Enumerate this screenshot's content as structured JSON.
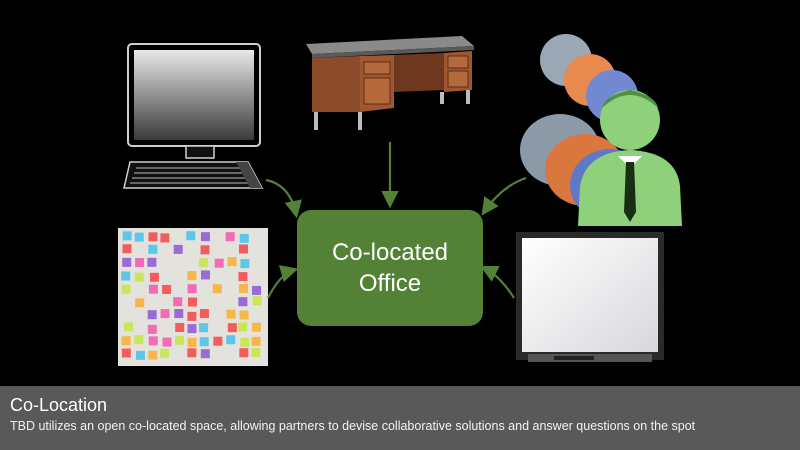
{
  "diagram": {
    "center_label_line1": "Co-located",
    "center_label_line2": "Office",
    "nodes": [
      {
        "name": "computer-icon"
      },
      {
        "name": "desk-icon"
      },
      {
        "name": "people-icon"
      },
      {
        "name": "sticky-notes-board-icon"
      },
      {
        "name": "whiteboard-icon"
      }
    ]
  },
  "caption": {
    "title": "Co-Location",
    "subtitle": "TBD utilizes an open co-located space, allowing partners to devise collaborative solutions and answer questions on the spot"
  },
  "colors": {
    "background": "#000000",
    "center_box": "#538135",
    "arrow": "#538135",
    "caption_bar": "#595959"
  }
}
